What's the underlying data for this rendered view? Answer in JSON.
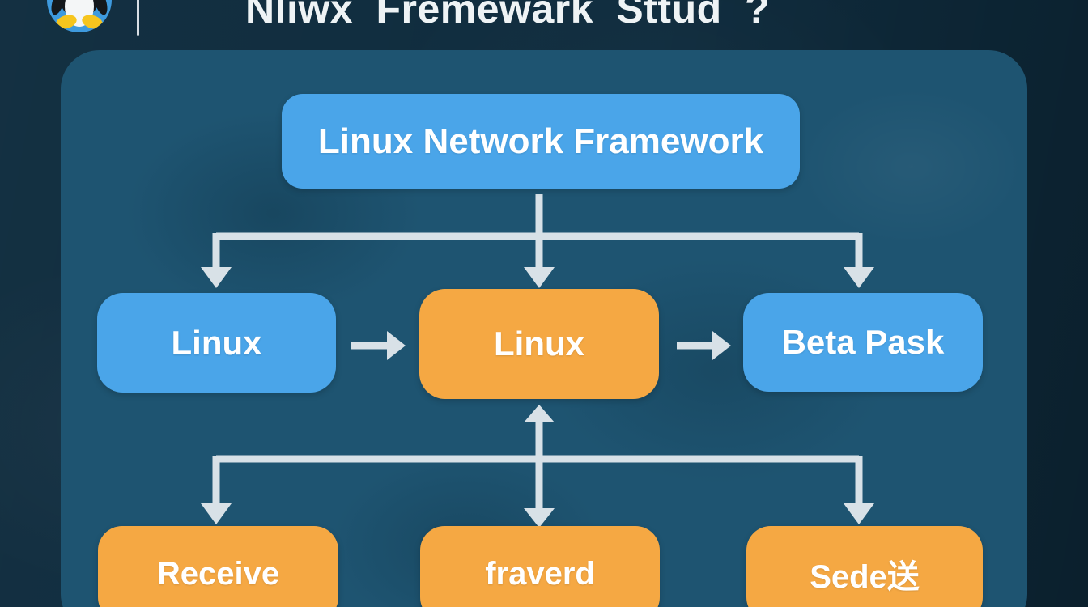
{
  "header": {
    "logo": "tux-penguin-logo",
    "title": "Nliwx Fremewark Sttud ?"
  },
  "diagram": {
    "nodes": {
      "root": {
        "label": "Linux Network Framework",
        "color": "#4aa5e9"
      },
      "mid_left": {
        "label": "Linux",
        "color": "#4aa5e9"
      },
      "mid_center": {
        "label": "Linux",
        "color": "#f5a843"
      },
      "mid_right": {
        "label": "Beta Pask",
        "color": "#4aa5e9"
      },
      "bottom_left": {
        "label": "Receive",
        "color": "#f5a843"
      },
      "bottom_center": {
        "label": "fraverd",
        "color": "#f5a843"
      },
      "bottom_right": {
        "label": "Sede送",
        "color": "#f5a843"
      }
    },
    "arrow_color": "#d8e1e7"
  },
  "colors": {
    "background": "#0f2c3e",
    "panel": "#1e5471",
    "node_blue": "#4aa5e9",
    "node_orange": "#f5a843",
    "arrow": "#d8e1e7",
    "text": "#ffffff",
    "tux_circle": "#3e9ade"
  }
}
